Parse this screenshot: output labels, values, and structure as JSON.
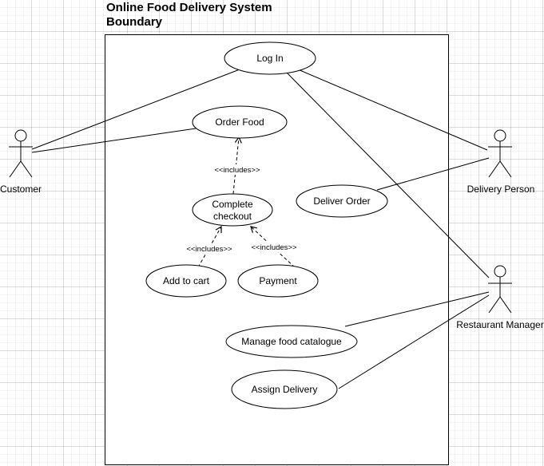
{
  "boundary": {
    "title_line1": "Online Food Delivery System",
    "title_line2": "Boundary"
  },
  "actors": {
    "customer": "Customer",
    "delivery_person": "Delivery Person",
    "restaurant_manager": "Restaurant Manager"
  },
  "use_cases": {
    "log_in": "Log In",
    "order_food": "Order Food",
    "complete_checkout_line1": "Complete",
    "complete_checkout_line2": "checkout",
    "add_to_cart": "Add to cart",
    "payment": "Payment",
    "deliver_order": "Deliver Order",
    "manage_food_catalogue": "Manage food catalogue",
    "assign_delivery": "Assign Delivery"
  },
  "relationships": {
    "includes_label": "<<includes>>"
  },
  "colors": {
    "stroke": "#000000",
    "fill": "#ffffff",
    "grid": "#e6e6e6"
  }
}
